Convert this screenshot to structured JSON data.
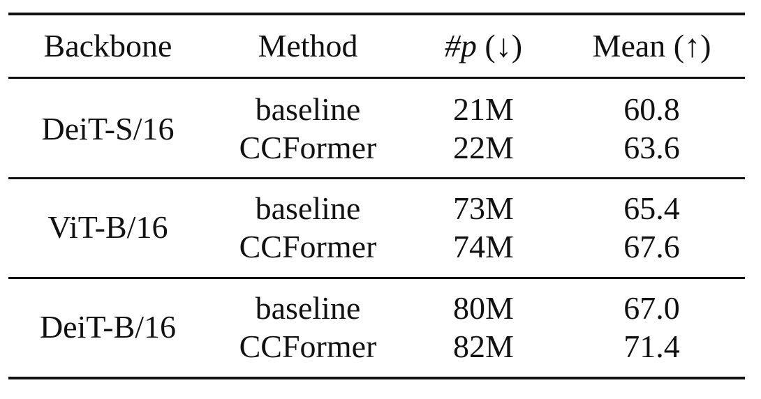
{
  "header": {
    "backbone": "Backbone",
    "method": "Method",
    "params_hash": "#",
    "params_var": "p",
    "params_arrow": "(↓)",
    "mean": "Mean (↑)"
  },
  "groups": [
    {
      "backbone": "DeiT-S/16",
      "rows": [
        {
          "method": "baseline",
          "params": "21M",
          "mean": "60.8"
        },
        {
          "method": "CCFormer",
          "params": "22M",
          "mean": "63.6"
        }
      ]
    },
    {
      "backbone": "ViT-B/16",
      "rows": [
        {
          "method": "baseline",
          "params": "73M",
          "mean": "65.4"
        },
        {
          "method": "CCFormer",
          "params": "74M",
          "mean": "67.6"
        }
      ]
    },
    {
      "backbone": "DeiT-B/16",
      "rows": [
        {
          "method": "baseline",
          "params": "80M",
          "mean": "67.0"
        },
        {
          "method": "CCFormer",
          "params": "82M",
          "mean": "71.4"
        }
      ]
    }
  ]
}
